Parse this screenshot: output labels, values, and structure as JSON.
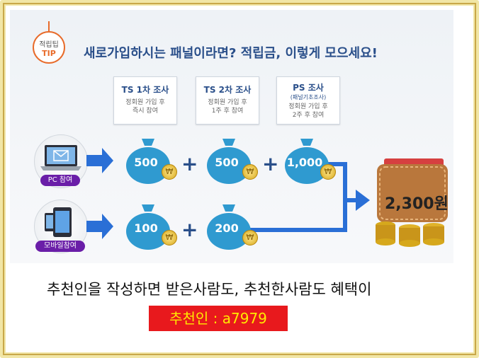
{
  "tip_badge": {
    "line1": "적립팁",
    "line2": "TIP"
  },
  "headline": "새로가입하시는 패널이라면? 적립금, 이렇게 모으세요!",
  "surveys": [
    {
      "title": "TS 1차 조사",
      "subtitle": "",
      "desc1": "정회원 가입 후",
      "desc2": "즉시 참여"
    },
    {
      "title": "TS 2차 조사",
      "subtitle": "",
      "desc1": "정회원 가입 후",
      "desc2": "1주 후 참여"
    },
    {
      "title": "PS 조사",
      "subtitle": "(패널기초조사)",
      "desc1": "정회원 가입 후",
      "desc2": "2주 후 참여"
    }
  ],
  "devices": {
    "pc": {
      "label": "PC 참여",
      "icon": "envelope-laptop-icon"
    },
    "mobile": {
      "label": "모바일참여",
      "icon": "smartphone-icon"
    }
  },
  "pc_amounts": [
    "500",
    "500",
    "1,000"
  ],
  "mobile_amounts": [
    "100",
    "200"
  ],
  "coin_symbol": "₩",
  "plus_sign": "+",
  "total": "2,300원",
  "caption": "추천인을 작성하면 받은사람도, 추천한사람도 혜택이",
  "referral": "추천인 : a7979",
  "colors": {
    "bag": "#2f9ad0",
    "arrow": "#2a6fd6",
    "headline": "#2a4f8a",
    "device_label": "#6a1ea8",
    "referral_bg": "#e8191d",
    "referral_text": "#ffea00"
  }
}
